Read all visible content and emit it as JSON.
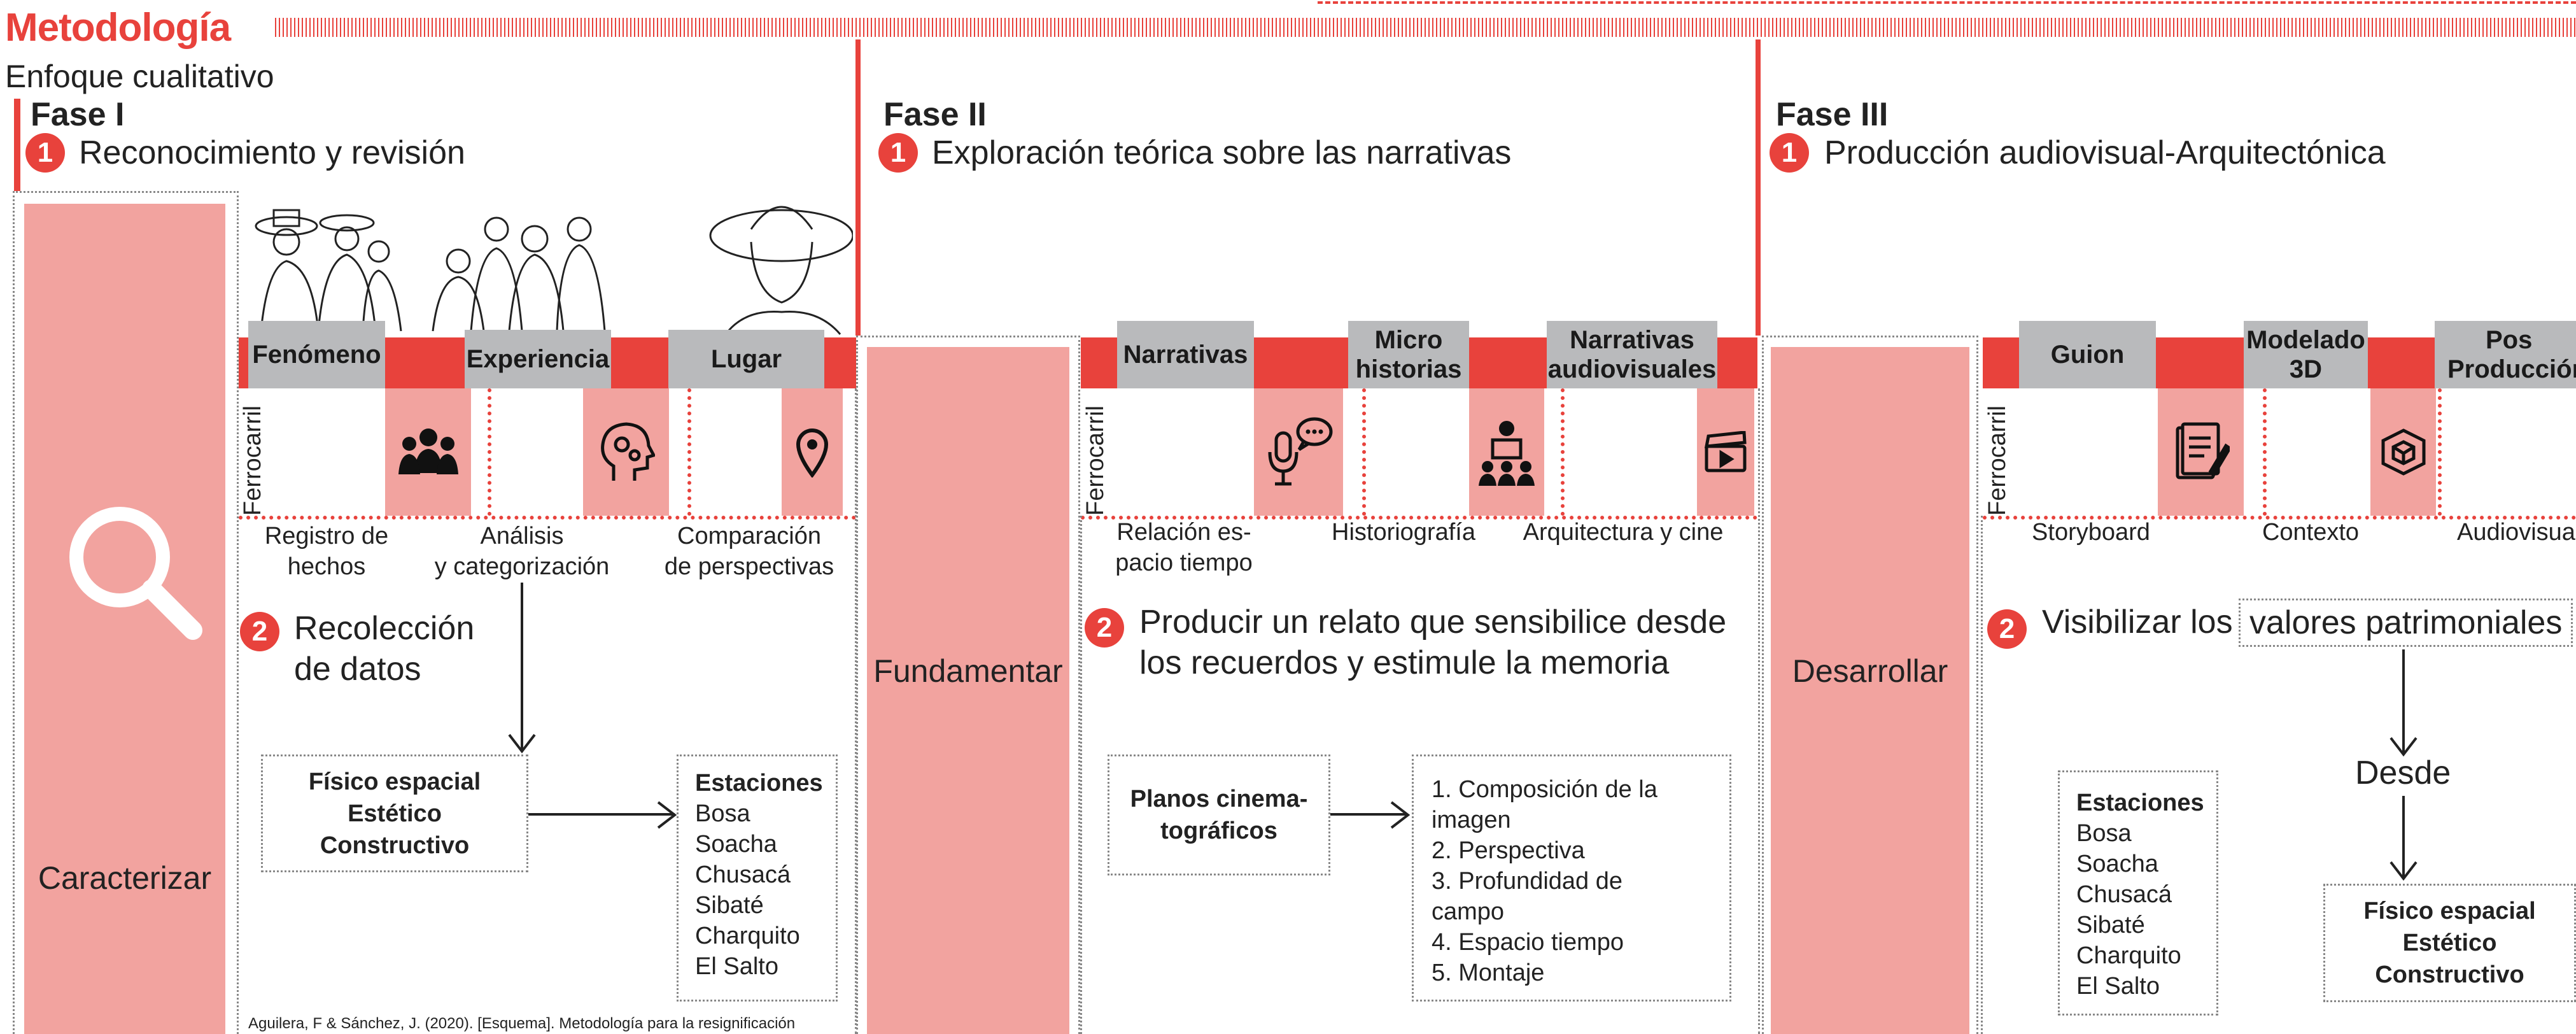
{
  "header": {
    "title": "Metodología",
    "subtitle": "Enfoque cualitativo"
  },
  "colors": {
    "accent": "#e8423c",
    "pink": "#f2a39f",
    "grey": "#b9babc"
  },
  "phase1": {
    "title": "Fase I",
    "step1_num": "1",
    "step1": "Reconocimiento y revisión",
    "pillar": "Caracterizar",
    "rotated": "Ferrocarril",
    "categories": [
      "Fenómeno",
      "Experiencia",
      "Lugar"
    ],
    "icons": [
      "group-icon",
      "head-gears-icon",
      "location-pin-icon"
    ],
    "labels": [
      [
        "Registro de",
        "hechos"
      ],
      [
        "Análisis",
        "y categorización"
      ],
      [
        "Comparación",
        "de perspectivas"
      ]
    ],
    "step2_num": "2",
    "step2": [
      "Recolección",
      "de datos"
    ],
    "box1": [
      "Físico espacial",
      "Estético",
      "Constructivo"
    ],
    "box2_head": "Estaciones",
    "box2_items": [
      "Bosa",
      "Soacha",
      "Chusacá",
      "Sibaté",
      "Charquito",
      "El Salto"
    ],
    "caption": "Aguilera, F & Sánchez, J. (2020). [Esquema]. Metodología para la resignificación"
  },
  "phase2": {
    "title": "Fase II",
    "step1_num": "1",
    "step1": "Exploración teórica sobre las narrativas",
    "pillar": "Fundamentar",
    "rotated": "Ferrocarril",
    "categories": [
      [
        "Narrativas"
      ],
      [
        "Micro",
        "historias"
      ],
      [
        "Narrativas",
        "audiovisuales"
      ]
    ],
    "icons": [
      "microphone-chat-icon",
      "storyteller-audience-icon",
      "clapperboard-icon"
    ],
    "labels": [
      [
        "Relación es-",
        "pacio tiempo"
      ],
      [
        "Historiografía"
      ],
      [
        "Arquitectura y cine"
      ]
    ],
    "step2_num": "2",
    "step2": [
      "Producir un relato que sensibilice desde",
      "los recuerdos y estimule la memoria"
    ],
    "box1": [
      "Planos cinema-",
      "tográficos"
    ],
    "box2_items": [
      "1. Composición de la",
      "imagen",
      "2. Perspectiva",
      "3. Profundidad de",
      "campo",
      "4. Espacio tiempo",
      "5. Montaje"
    ]
  },
  "phase3": {
    "title": "Fase III",
    "step1_num": "1",
    "step1": "Producción audiovisual-Arquitectónica",
    "pillar": "Desarrollar",
    "rotated": "Ferrocarril",
    "categories": [
      [
        "Guion"
      ],
      [
        "Modelado",
        "3D"
      ],
      [
        "Pos",
        "Producción"
      ]
    ],
    "icons": [
      "script-pencil-icon",
      "3d-cube-icon"
    ],
    "labels": [
      "Storyboard",
      "Contexto",
      "Audiovisual"
    ],
    "step2_num": "2",
    "step2_a": "Visibilizar los",
    "step2_b": "valores patrimoniales",
    "desde": "Desde",
    "box1_head": "Estaciones",
    "box1_items": [
      "Bosa",
      "Soacha",
      "Chusacá",
      "Sibaté",
      "Charquito",
      "El Salto"
    ],
    "box2": [
      "Físico espacial",
      "Estético",
      "Constructivo"
    ]
  }
}
